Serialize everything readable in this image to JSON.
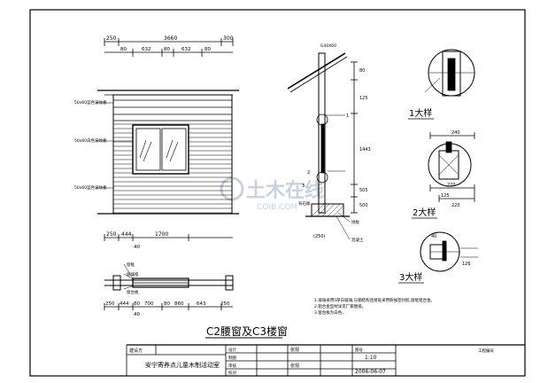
{
  "drawing_title": "C2腰窗及C3楼窗",
  "elevation": {
    "dims_top": [
      "250",
      "3660",
      "300"
    ],
    "dims_top2": [
      "80",
      "632",
      "80",
      "632",
      "80"
    ],
    "material_labels": [
      "50x60蓝色波纹板",
      "50x60白色波纹板",
      "50x60蓝色波纹板"
    ],
    "dims_bottom": [
      "250",
      "444",
      "1700"
    ],
    "dim_bottom_small": "40"
  },
  "plan": {
    "labels": [
      "窗框",
      "玻璃窗",
      "窗台板"
    ],
    "dims": [
      "250",
      "444",
      "80",
      "700",
      "80",
      "860",
      "643",
      "250"
    ],
    "dim_small": "40"
  },
  "section": {
    "top_label": "G40X60",
    "dims_right": [
      "80",
      "125",
      "1443",
      "505",
      "500"
    ],
    "labels": [
      "背石板",
      "地板",
      "混凝土",
      "(250)"
    ],
    "callouts": [
      "1",
      "2",
      "3"
    ]
  },
  "details": [
    {
      "label": "1大样",
      "dims": []
    },
    {
      "label": "2大样",
      "dims": [
        "240",
        "220",
        "125",
        "220"
      ]
    },
    {
      "label": "3大样",
      "dims": [
        "40",
        "126"
      ]
    }
  ],
  "notes": [
    "1.玻璃采用5厚白玻璃,与钢结构连接处采用耐候密封胶,窗框铝合金。",
    "2.铝合金型材详见厂家图纸。",
    "3.窗台板为白色。"
  ],
  "title_block": {
    "logo_text": "建设方",
    "project": "安宁寄养点儿童木制活动室",
    "row_labels": [
      "设计",
      "制图",
      "审核",
      "校对"
    ],
    "mid_labels": [
      "张观",
      "张观"
    ],
    "right_header": "图号",
    "scale": "1:10",
    "date": "2006-06-07",
    "corner_label": "工程编号"
  },
  "watermark": {
    "main": "土木在线",
    "sub": "COIB.COM"
  }
}
